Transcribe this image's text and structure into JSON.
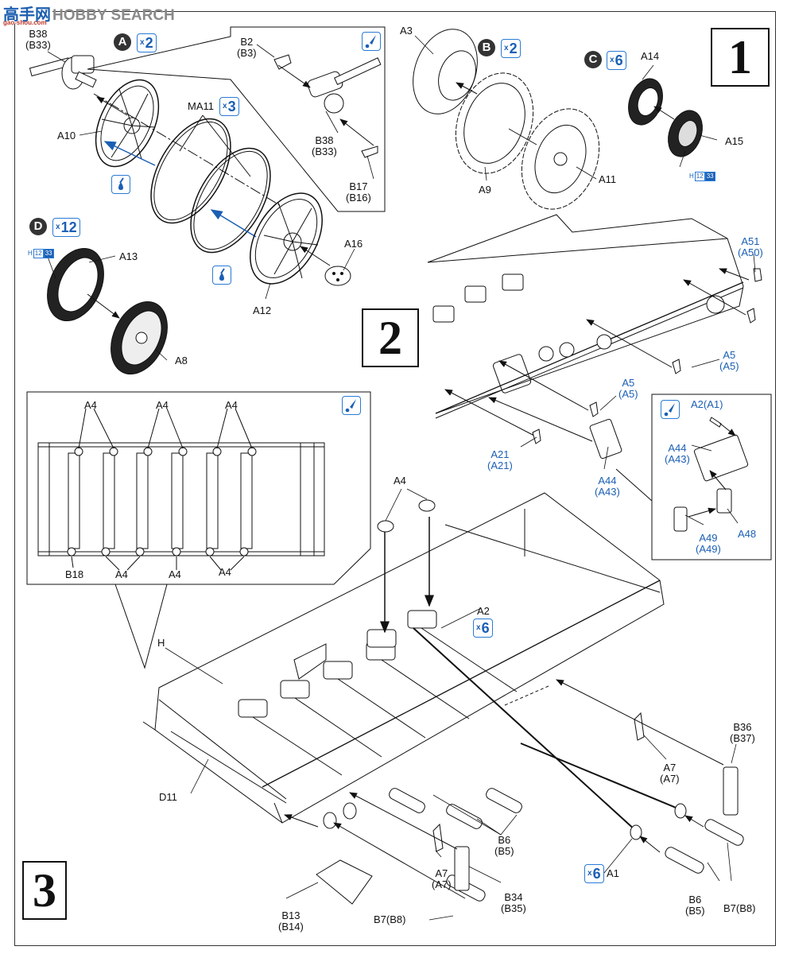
{
  "watermark": {
    "brand": "HOBBY SEARCH",
    "cn": "高手网",
    "url": "gao-shou.com"
  },
  "steps": [
    {
      "number": "1"
    },
    {
      "number": "2"
    },
    {
      "number": "3"
    }
  ],
  "step1": {
    "sub_a": {
      "letter": "A",
      "qty": "2"
    },
    "sub_b": {
      "letter": "B",
      "qty": "2"
    },
    "sub_c": {
      "letter": "C",
      "qty": "6"
    },
    "sub_d": {
      "letter": "D",
      "qty": "12"
    },
    "ma11_qty": "3",
    "paint_code": {
      "prefix": "H",
      "c1": "12",
      "c2": "33"
    },
    "labels": {
      "b38_top": [
        "B38",
        "(B33)"
      ],
      "a10": "A10",
      "ma11": "MA11",
      "b2": [
        "B2",
        "(B3)"
      ],
      "b38_inset": [
        "B38",
        "(B33)"
      ],
      "b17": [
        "B17",
        "(B16)"
      ],
      "a12": "A12",
      "a16": "A16",
      "a3": "A3",
      "a9": "A9",
      "a11": "A11",
      "a14": "A14",
      "a15": "A15",
      "a13": "A13",
      "a8": "A8"
    },
    "icons": [
      "cement-icon",
      "glue-icon",
      "glue-icon"
    ]
  },
  "step2": {
    "labels": {
      "a51": [
        "A51",
        "(A50)"
      ],
      "a5_right": [
        "A5",
        "(A5)"
      ],
      "a5_mid": [
        "A5",
        "(A5)"
      ],
      "a21": [
        "A21",
        "(A21)"
      ],
      "a44": [
        "A44",
        "(A43)"
      ],
      "inset_a2": "A2(A1)",
      "inset_a44": [
        "A44",
        "(A43)"
      ],
      "inset_a48": "A48",
      "inset_a49": [
        "A49",
        "(A49)"
      ]
    }
  },
  "step3": {
    "a2_qty": "6",
    "a1_qty": "6",
    "labels": {
      "inset_a4_top": [
        "A4",
        "A4",
        "A4"
      ],
      "inset_b18": "B18",
      "inset_a4_bottom": [
        "A4",
        "A4",
        "A4"
      ],
      "a4": "A4",
      "a2": "A2",
      "h": "H",
      "d11": "D11",
      "b36": [
        "B36",
        "(B37)"
      ],
      "a7_right": [
        "A7",
        "(A7)"
      ],
      "a7_left": [
        "A7",
        "(A7)"
      ],
      "b6_mid": [
        "B6",
        "(B5)"
      ],
      "b6_right": [
        "B6",
        "(B5)"
      ],
      "a1": "A1",
      "b34": [
        "B34",
        "(B35)"
      ],
      "b13": [
        "B13",
        "(B14)"
      ],
      "b7_left": "B7(B8)",
      "b7_right": "B7(B8)"
    }
  },
  "colors": {
    "accent_blue": "#1a5fb4",
    "line": "#111111",
    "tire": "#222222"
  }
}
